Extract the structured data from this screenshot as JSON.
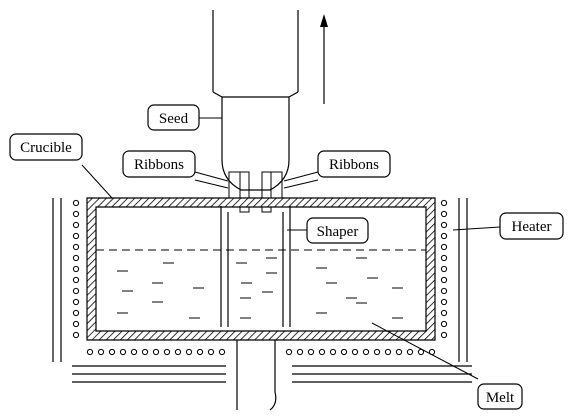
{
  "diagram": {
    "labels": {
      "seed": "Seed",
      "crucible": "Crucible",
      "ribbons_left": "Ribbons",
      "ribbons_right": "Ribbons",
      "shaper": "Shaper",
      "heater": "Heater",
      "melt": "Melt"
    }
  }
}
